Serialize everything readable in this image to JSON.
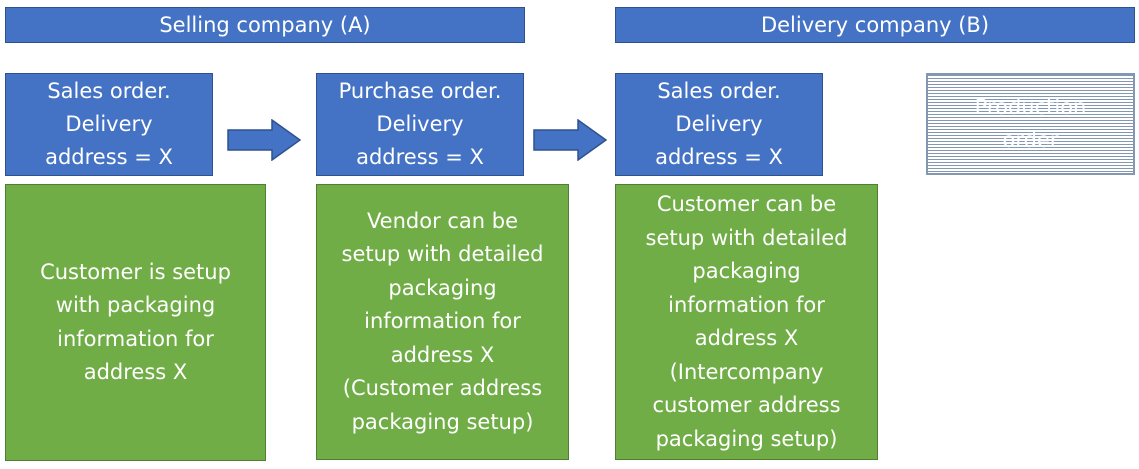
{
  "headers": {
    "selling": "Selling company (A)",
    "delivery": "Delivery company (B)"
  },
  "blue_boxes": [
    {
      "lines": [
        "Sales order.",
        "Delivery",
        "address = X"
      ]
    },
    {
      "lines": [
        "Purchase order.",
        "Delivery",
        "address = X"
      ]
    },
    {
      "lines": [
        "Sales order.",
        "Delivery",
        "address = X"
      ]
    }
  ],
  "production_order": {
    "lines": [
      "Production",
      "order"
    ]
  },
  "green_boxes": [
    {
      "lines": [
        "Customer is setup",
        "with packaging",
        "information for",
        "address X"
      ]
    },
    {
      "lines": [
        "Vendor can be",
        "setup with detailed",
        "packaging",
        "information for",
        "address X",
        "(Customer address",
        "packaging setup)"
      ]
    },
    {
      "lines": [
        "Customer can be",
        "setup with detailed",
        "packaging",
        "information for",
        "address X",
        "(Intercompany",
        "customer address",
        "packaging setup)"
      ]
    }
  ],
  "colors": {
    "blue": "#4472c4",
    "green": "#70ad47",
    "production": "#8497b0"
  }
}
